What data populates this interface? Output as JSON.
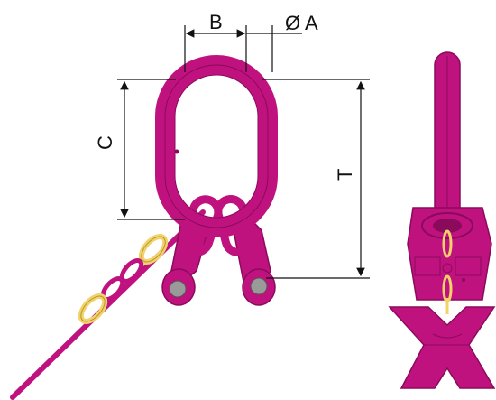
{
  "dimensions": {
    "a": "A",
    "b": "B",
    "c": "C",
    "t": "T",
    "diameter_symbol": "Ø"
  },
  "colors": {
    "steel": "#c0127f",
    "steel_dark": "#8a0a5c",
    "chain_gold": "#f2d26a",
    "chain_gold_dark": "#b8962e",
    "pin": "#9a9a9a",
    "dimension_line": "#111111"
  }
}
